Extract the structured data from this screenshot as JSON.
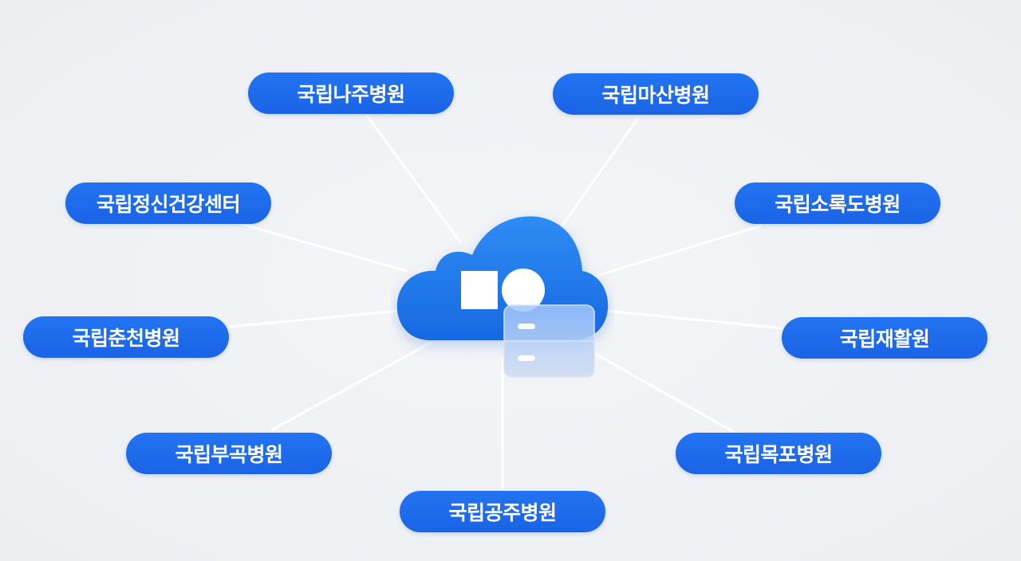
{
  "hospitals": [
    {
      "id": "naju",
      "label": "국립나주병원"
    },
    {
      "id": "masan",
      "label": "국립마산병원"
    },
    {
      "id": "mental-health-center",
      "label": "국립정신건강센터"
    },
    {
      "id": "sorokdo",
      "label": "국립소록도병원"
    },
    {
      "id": "chuncheon",
      "label": "국립춘천병원"
    },
    {
      "id": "rehab",
      "label": "국립재활원"
    },
    {
      "id": "bugok",
      "label": "국립부곡병원"
    },
    {
      "id": "mokpo",
      "label": "국립목포병원"
    },
    {
      "id": "gongju",
      "label": "국립공주병원"
    }
  ],
  "colors": {
    "pill": "#1f6ef0",
    "cloud_top": "#2f8cf5",
    "cloud_bottom": "#1769e0",
    "connector": "#ffffff",
    "background": "#eef0f3"
  },
  "icons": [
    "cloud-icon",
    "square-icon",
    "circle-icon",
    "server-icon"
  ]
}
